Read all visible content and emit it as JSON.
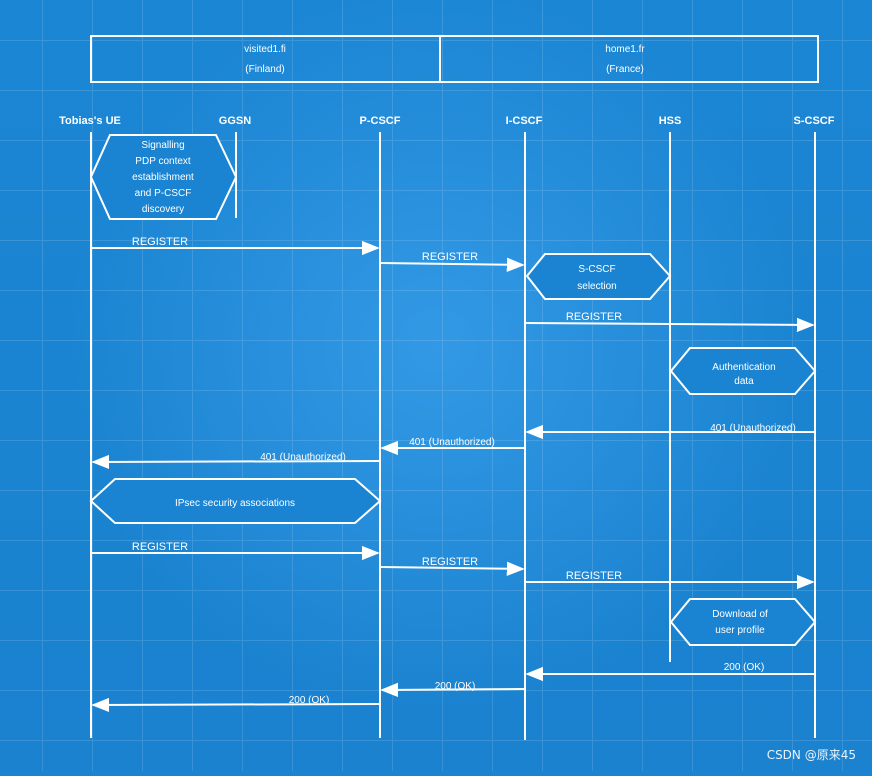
{
  "domains": {
    "visited": {
      "name": "visited1.fi",
      "country": "(Finland)"
    },
    "home": {
      "name": "home1.fr",
      "country": "(France)"
    }
  },
  "entities": {
    "ue": "Tobias's UE",
    "ggsn": "GGSN",
    "pcscf": "P-CSCF",
    "icscf": "I-CSCF",
    "hss": "HSS",
    "scscf": "S-CSCF"
  },
  "boxes": {
    "pdp": [
      "Signalling",
      "PDP context",
      "establishment",
      "and P-CSCF",
      "discovery"
    ],
    "scscf_selection": [
      "S-CSCF",
      "selection"
    ],
    "auth_data": [
      "Authentication",
      "data"
    ],
    "ipsec": [
      "IPsec security associations"
    ],
    "download": [
      "Download of",
      "user profile"
    ]
  },
  "messages": {
    "m1": "REGISTER",
    "m2": "REGISTER",
    "m3": "REGISTER",
    "m4": "401 (Unauthorized)",
    "m5": "401 (Unauthorized)",
    "m6": "401 (Unauthorized)",
    "m7": "REGISTER",
    "m8": "REGISTER",
    "m9": "REGISTER",
    "m10": "200 (OK)",
    "m11": "200 (OK)",
    "m12": "200 (OK)"
  },
  "watermark": "CSDN @原来45",
  "colors": {
    "background": "#1a84d2",
    "ink": "#ffffff"
  }
}
